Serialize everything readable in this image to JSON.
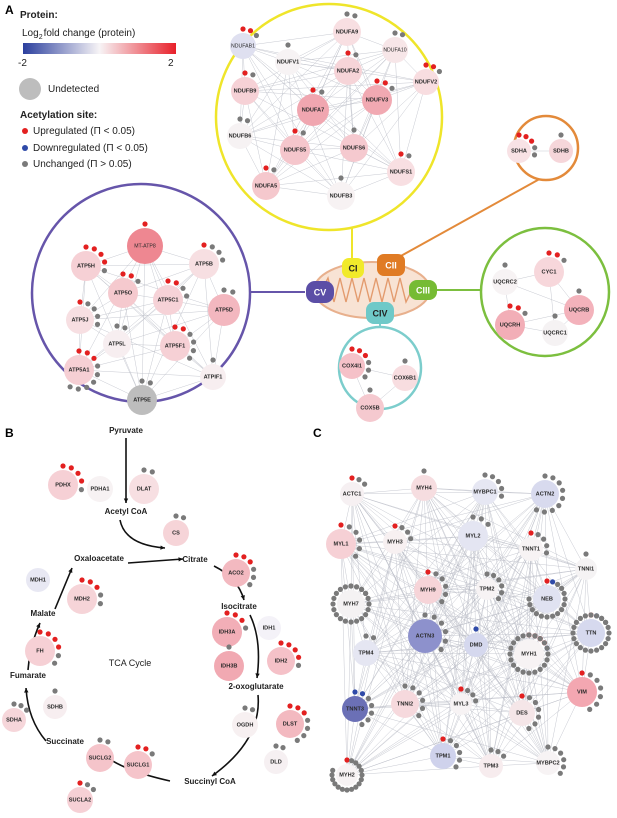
{
  "panels": {
    "a": "A",
    "b": "B",
    "c": "C"
  },
  "legend": {
    "protein_title": "Protein:",
    "scale_title": "Log",
    "scale_sub": "2",
    "scale_title_rest": "fold change (protein)",
    "scale_min": "-2",
    "scale_max": "2",
    "undetected": "Undetected",
    "acetyl_title": "Acetylation site:",
    "up": "Upregulated (Π < 0.05)",
    "down": "Downregulated (Π < 0.05)",
    "unchanged": "Unchanged (Π > 0.05)",
    "colors": {
      "low": "#2b3f9e",
      "mid": "#f7f4f6",
      "high": "#e8202a",
      "up": "#e32020",
      "down": "#2f4aa8",
      "unchanged": "#7a7a7a",
      "undetected": "#bdbdbd"
    }
  },
  "complexes": {
    "ci": {
      "label": "CI",
      "color": "#f1ea2b",
      "ring": "#efe52a"
    },
    "cii": {
      "label": "CII",
      "color": "#e07b24",
      "ring": "#e38a3a"
    },
    "ciii": {
      "label": "CIII",
      "color": "#76bb34",
      "ring": "#7cbf3f"
    },
    "civ": {
      "label": "CIV",
      "color": "#6fc9c8",
      "ring": "#7ccdcc"
    },
    "cv": {
      "label": "CV",
      "color": "#5b4ea6",
      "ring": "#6655aa"
    }
  },
  "network_a": {
    "ci_nodes": [
      "NDUFAB1",
      "NDUFA9",
      "NDUFV1",
      "NDUFA10",
      "NDUFA2",
      "NDUFB9",
      "NDUFV3",
      "NDUFV2",
      "NDUFA7",
      "NDUFB6",
      "NDUFS5",
      "NDUFS6",
      "NDUFS1",
      "NDUFA5",
      "NDUFB3"
    ],
    "cii_nodes": [
      "SDHA",
      "SDHB"
    ],
    "ciii_nodes": [
      "CYC1",
      "UQCRC2",
      "UQCRB",
      "UQCRH",
      "UQCRC1"
    ],
    "civ_nodes": [
      "COX4I1",
      "COX6B1",
      "COX5B"
    ],
    "cv_nodes": [
      "MT-ATP8",
      "ATP5H",
      "ATP5B",
      "ATP5O",
      "ATP5C1",
      "ATP5J",
      "ATP5D",
      "ATP5L",
      "ATP5F1",
      "ATP5A1",
      "ATPIF1",
      "ATP5E"
    ]
  },
  "tca": {
    "title": "TCA Cycle",
    "metabolites": [
      "Pyruvate",
      "Acetyl CoA",
      "Citrate",
      "Isocitrate",
      "2-oxoglutarate",
      "Succinyl CoA",
      "Succinate",
      "Fumarate",
      "Malate",
      "Oxaloacetate"
    ],
    "enzymes": [
      "PDHX",
      "PDHA1",
      "DLAT",
      "CS",
      "ACO2",
      "IDH1",
      "IDH3A",
      "IDH2",
      "IDH3B",
      "OGDH",
      "DLST",
      "DLD",
      "SUCLG1",
      "SUCLG2",
      "SUCLA2",
      "SDHB",
      "SDHA",
      "FH",
      "MDH1",
      "MDH2"
    ]
  },
  "network_c": {
    "nodes": [
      "ACTC1",
      "MYH4",
      "MYBPC1",
      "ACTN2",
      "MYL1",
      "MYH3",
      "MYL2",
      "TNNT1",
      "TNNI1",
      "MYH7",
      "MYH9",
      "TPM2",
      "NEB",
      "TTN",
      "ACTN3",
      "DMD",
      "MYH1",
      "TPM4",
      "VIM",
      "TNNT3",
      "TNNI2",
      "MYL3",
      "DES",
      "MYH2",
      "TPM1",
      "TPM3",
      "MYBPC2"
    ]
  }
}
